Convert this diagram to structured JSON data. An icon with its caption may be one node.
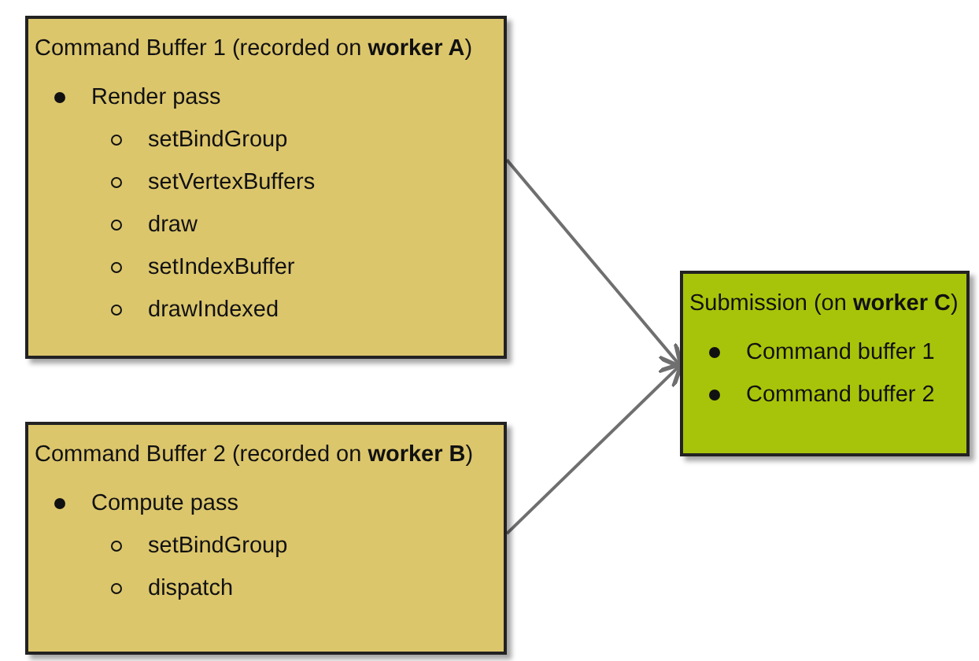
{
  "diagram": {
    "nodes": [
      {
        "text": [
          "Command Buffer 1 (recorded on **worker A**)",
          "Render pass",
          "setBindGroup",
          "setVertexBuffers",
          "draw",
          "setIndexBuffer",
          "drawIndexed"
        ]
      },
      {
        "text": [
          "Command Buffer 2 (recorded on **worker B**)",
          "Compute pass",
          "setBindGroup",
          "dispatch"
        ]
      },
      {
        "text": [
          "Submission (on **worker C**)",
          "Command buffer 1",
          "Command buffer 2"
        ]
      }
    ],
    "edges": [
      {
        "from": 0,
        "to": 2,
        "arrow": "to"
      },
      {
        "from": 1,
        "to": 2,
        "arrow": "to"
      }
    ]
  }
}
